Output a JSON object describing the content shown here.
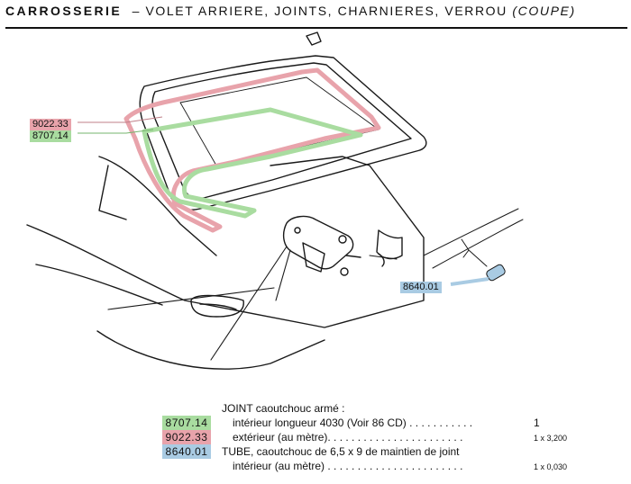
{
  "header": {
    "section": "CARROSSERIE",
    "subject": "– VOLET ARRIERE, JOINTS, CHARNIERES, VERROU",
    "variant": "(COUPE)"
  },
  "callouts": [
    {
      "code": "9022.33",
      "color": "#e8a3ab"
    },
    {
      "code": "8707.14",
      "color": "#a9dca0"
    },
    {
      "code": "8640.01",
      "color": "#a9cbe3"
    }
  ],
  "legend": {
    "title": "JOINT caoutchouc armé :",
    "rows": [
      {
        "code": "8707.14",
        "color": "#a9dca0",
        "desc": "intérieur longueur 4030 (Voir 86 CD) . . . . . . . . . . .",
        "qty": "1"
      },
      {
        "code": "9022.33",
        "color": "#e8a3ab",
        "desc": "extérieur (au mètre). . . . . . . . . . . . . . . . . . . . . . .",
        "qty": "1 x 3,200"
      },
      {
        "code": "8640.01",
        "color": "#a9cbe3",
        "desc": "TUBE, caoutchouc de 6,5 x 9 de maintien de joint",
        "qty": ""
      },
      {
        "code": "",
        "color": "",
        "desc": "intérieur (au mètre) . . . . . . . . . . . . . . . . . . . . . . .",
        "qty": "1 x 0,030"
      }
    ]
  }
}
